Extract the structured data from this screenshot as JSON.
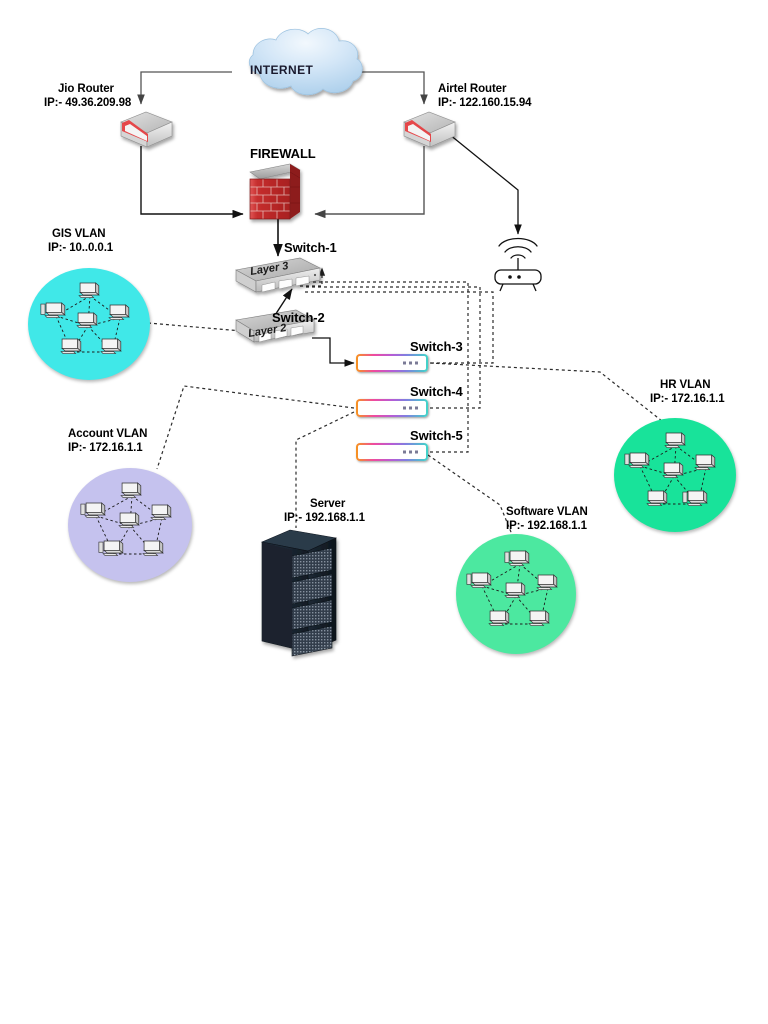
{
  "diagram": {
    "title": "Network Topology Diagram",
    "background": "#ffffff"
  },
  "colors": {
    "cloud_fill": "#bcd9f2",
    "cloud_fill_light": "#e8f2fb",
    "gis_vlan": "#40E8E8",
    "account_vlan": "#C5C2EE",
    "hr_vlan": "#18E39A",
    "software_vlan": "#4CE8A0",
    "firewall_brick": "#cc2b2b",
    "firewall_cap": "#b0b0b0",
    "router_body": "#c8c8c8",
    "router_stripe": "#e02b2b",
    "server_body": "#1b2733",
    "line": "#1a1a1a",
    "dashed_line": "#333333",
    "switch_gradient_start": "#f7941e",
    "switch_gradient_end": "#3fd6c8"
  },
  "nodes": {
    "internet": {
      "label": "INTERNET",
      "icon": "cloud-icon"
    },
    "jio_router": {
      "name": "Jio Router",
      "ip": "IP:- 49.36.209.98",
      "icon": "router-icon"
    },
    "airtel_router": {
      "name": "Airtel Router",
      "ip": "IP:- 122.160.15.94",
      "icon": "router-icon"
    },
    "firewall": {
      "label": "FIREWALL",
      "icon": "firewall-brick-icon"
    },
    "wireless_ap": {
      "icon": "wireless-access-point-icon"
    },
    "switch1": {
      "label": "Switch-1",
      "device_label": "Layer 3",
      "icon": "layer3-switch-icon"
    },
    "switch2": {
      "label": "Switch-2",
      "device_label": "Layer 2",
      "icon": "layer2-switch-icon"
    },
    "switch3": {
      "label": "Switch-3",
      "icon": "switch-bar-icon"
    },
    "switch4": {
      "label": "Switch-4",
      "icon": "switch-bar-icon"
    },
    "switch5": {
      "label": "Switch-5",
      "icon": "switch-bar-icon"
    },
    "gis_vlan": {
      "name": "GIS VLAN",
      "ip": "IP:- 10..0.0.1",
      "icon": "vlan-cloud-icon",
      "color": "#40E8E8",
      "hosts": 6
    },
    "account_vlan": {
      "name": "Account VLAN",
      "ip": "IP:- 172.16.1.1",
      "icon": "vlan-cloud-icon",
      "color": "#C5C2EE",
      "hosts": 6
    },
    "hr_vlan": {
      "name": "HR VLAN",
      "ip": "IP:- 172.16.1.1",
      "icon": "vlan-cloud-icon",
      "color": "#18E39A",
      "hosts": 6
    },
    "software_vlan": {
      "name": "Software VLAN",
      "ip": "IP:- 192.168.1.1",
      "icon": "vlan-cloud-icon",
      "color": "#4CE8A0",
      "hosts": 6
    },
    "server": {
      "name": "Server",
      "ip": "IP:- 192.168.1.1",
      "icon": "server-rack-icon"
    }
  },
  "connections": [
    {
      "from": "internet",
      "to": "jio_router",
      "style": "solid",
      "arrow": "end"
    },
    {
      "from": "internet",
      "to": "airtel_router",
      "style": "solid",
      "arrow": "end"
    },
    {
      "from": "jio_router",
      "to": "firewall",
      "style": "solid",
      "arrow": "end"
    },
    {
      "from": "airtel_router",
      "to": "firewall",
      "style": "solid",
      "arrow": "end"
    },
    {
      "from": "airtel_router",
      "to": "wireless_ap",
      "style": "solid",
      "arrow": "end"
    },
    {
      "from": "firewall",
      "to": "switch1",
      "style": "solid",
      "arrow": "end"
    },
    {
      "from": "switch1",
      "to": "switch2",
      "style": "solid",
      "arrow": "both"
    },
    {
      "from": "switch2",
      "to": "switch3",
      "style": "solid",
      "arrow": "end"
    },
    {
      "from": "switch1",
      "to": "gis_vlan",
      "style": "dashed",
      "arrow": "none"
    },
    {
      "from": "switch2",
      "to": "gis_vlan",
      "style": "dashed",
      "arrow": "none"
    },
    {
      "from": "switch3",
      "to": "hr_vlan",
      "style": "dashed",
      "arrow": "none"
    },
    {
      "from": "switch4",
      "to": "account_vlan",
      "style": "dashed",
      "arrow": "none"
    },
    {
      "from": "switch5",
      "to": "software_vlan",
      "style": "dashed",
      "arrow": "none"
    },
    {
      "from": "switch4",
      "to": "server",
      "style": "dashed",
      "arrow": "none"
    },
    {
      "from": "switch3",
      "to": "switch1",
      "style": "dashed",
      "arrow": "end"
    },
    {
      "from": "switch4",
      "to": "switch1",
      "style": "dashed",
      "arrow": "end"
    },
    {
      "from": "switch5",
      "to": "switch1",
      "style": "dashed",
      "arrow": "end"
    }
  ]
}
